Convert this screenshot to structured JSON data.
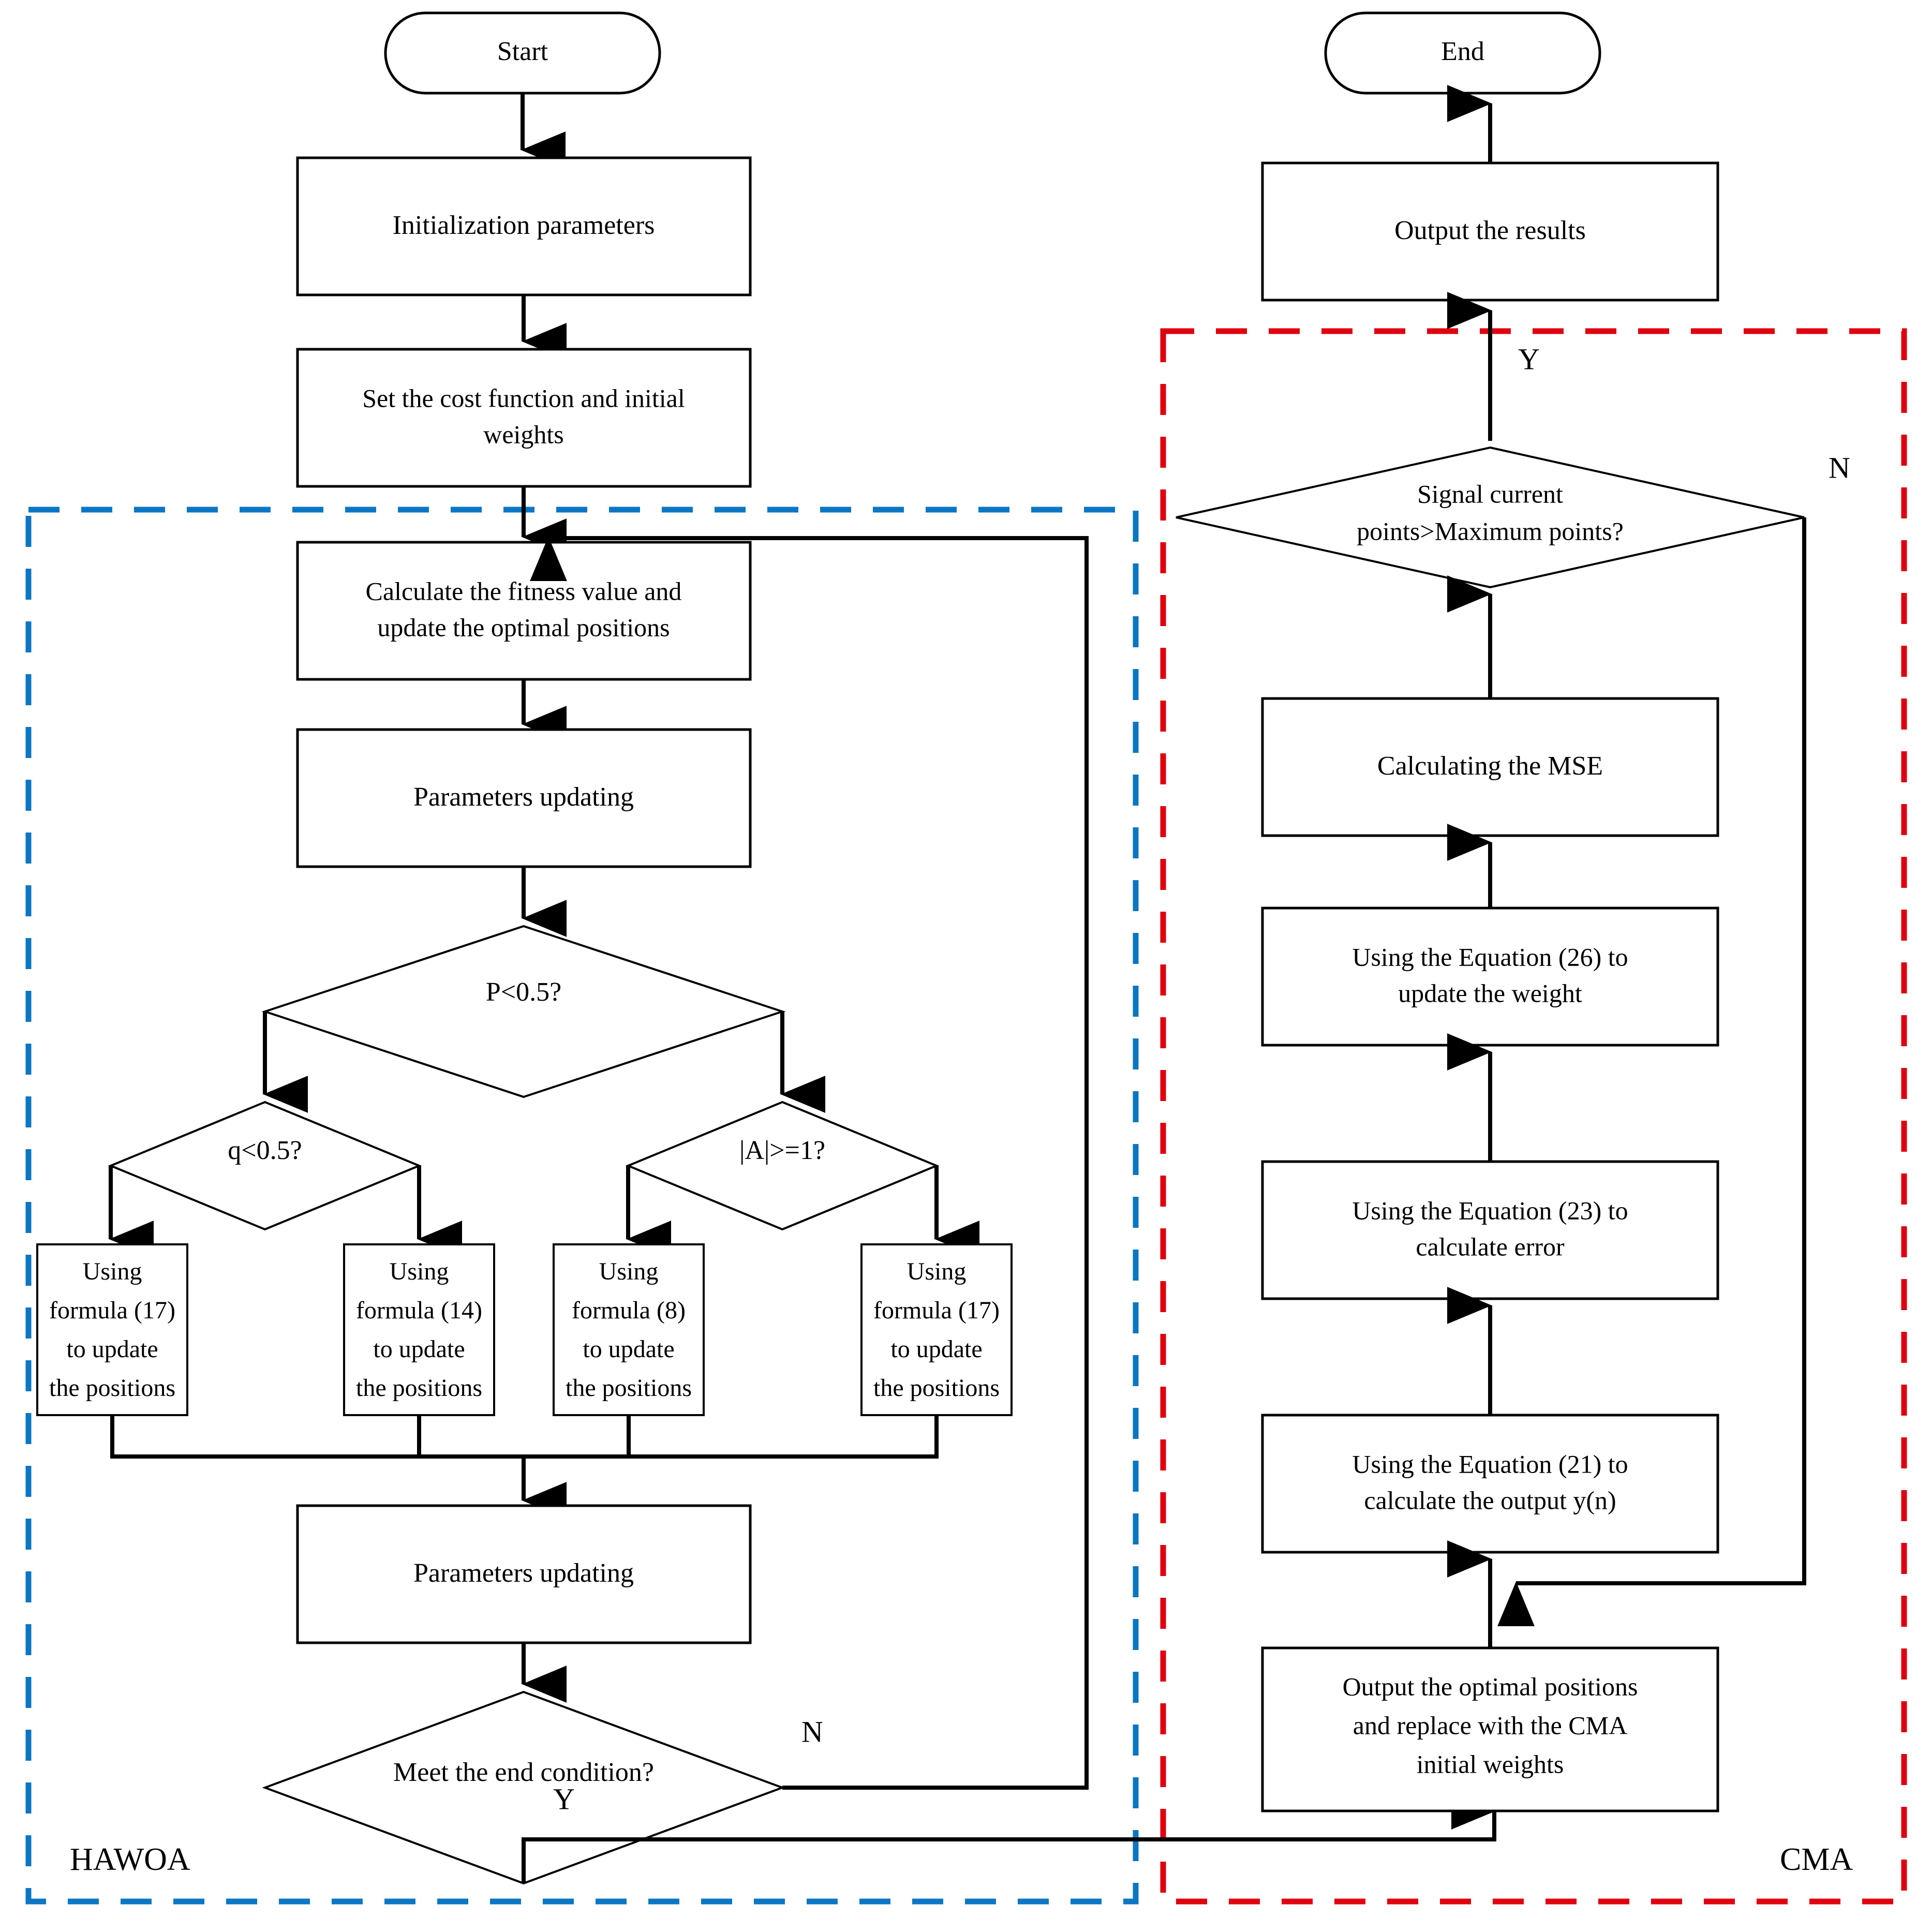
{
  "diagram": {
    "title": "HAWOA-CMA hybrid algorithm flowchart",
    "colors": {
      "hawoa_border": "#0B76C4",
      "cma_border": "#E0000F",
      "shape_stroke": "#000000",
      "shape_fill": "#FFFFFF",
      "flow_line": "#000000"
    },
    "groups": [
      {
        "id": "hawoa",
        "label": "HAWOA",
        "border_color": "#0B76C4",
        "border_style": "dashed"
      },
      {
        "id": "cma",
        "label": "CMA",
        "border_color": "#E0000F",
        "border_style": "dashed"
      }
    ],
    "nodes": [
      {
        "id": "start",
        "type": "terminal",
        "label": "Start"
      },
      {
        "id": "init",
        "type": "process",
        "label": "Initialization parameters"
      },
      {
        "id": "setcost",
        "type": "process",
        "lines": [
          "Set the cost function and initial",
          "weights"
        ]
      },
      {
        "id": "fitness",
        "type": "process",
        "lines": [
          "Calculate the fitness value and",
          "update the optimal positions"
        ]
      },
      {
        "id": "paramup1",
        "type": "process",
        "label": "Parameters updating"
      },
      {
        "id": "dec_p",
        "type": "decision",
        "label": "P<0.5?"
      },
      {
        "id": "dec_q",
        "type": "decision",
        "label": "q<0.5?"
      },
      {
        "id": "dec_a",
        "type": "decision",
        "label": "|A|>=1?"
      },
      {
        "id": "f17a",
        "type": "process",
        "lines": [
          "Using",
          "formula (17)",
          "to update",
          "the positions"
        ]
      },
      {
        "id": "f14",
        "type": "process",
        "lines": [
          "Using",
          "formula (14)",
          "to update",
          "the positions"
        ]
      },
      {
        "id": "f8",
        "type": "process",
        "lines": [
          "Using",
          "formula (8)",
          "to update",
          "the positions"
        ]
      },
      {
        "id": "f17b",
        "type": "process",
        "lines": [
          "Using",
          "formula (17)",
          "to update",
          "the positions"
        ]
      },
      {
        "id": "paramup2",
        "type": "process",
        "label": "Parameters updating"
      },
      {
        "id": "dec_end",
        "type": "decision",
        "label": "Meet the end condition?"
      },
      {
        "id": "cma_out",
        "type": "process",
        "lines": [
          "Output the optimal positions",
          "and replace with the CMA",
          "initial weights"
        ]
      },
      {
        "id": "eq21",
        "type": "process",
        "lines": [
          "Using the Equation (21) to",
          "calculate the output y(n)"
        ]
      },
      {
        "id": "eq23",
        "type": "process",
        "lines": [
          "Using the Equation (23) to",
          "calculate error"
        ]
      },
      {
        "id": "eq26",
        "type": "process",
        "lines": [
          "Using the Equation (26) to",
          "update the weight"
        ]
      },
      {
        "id": "mse",
        "type": "process",
        "label": "Calculating the MSE"
      },
      {
        "id": "dec_points",
        "type": "decision",
        "lines": [
          "Signal current",
          "points>Maximum points?"
        ]
      },
      {
        "id": "output",
        "type": "process",
        "label": "Output the results"
      },
      {
        "id": "end",
        "type": "terminal",
        "label": "End"
      }
    ],
    "edge_labels": {
      "end_condition_no": "N",
      "end_condition_yes": "Y",
      "points_yes": "Y",
      "points_no": "N"
    },
    "edges": [
      {
        "from": "start",
        "to": "init"
      },
      {
        "from": "init",
        "to": "setcost"
      },
      {
        "from": "setcost",
        "to": "fitness"
      },
      {
        "from": "fitness",
        "to": "paramup1"
      },
      {
        "from": "paramup1",
        "to": "dec_p"
      },
      {
        "from": "dec_p",
        "to": "dec_q"
      },
      {
        "from": "dec_p",
        "to": "dec_a"
      },
      {
        "from": "dec_q",
        "to": "f17a"
      },
      {
        "from": "dec_q",
        "to": "f14"
      },
      {
        "from": "dec_a",
        "to": "f8"
      },
      {
        "from": "dec_a",
        "to": "f17b"
      },
      {
        "from": "f17a",
        "to": "paramup2"
      },
      {
        "from": "f14",
        "to": "paramup2"
      },
      {
        "from": "f8",
        "to": "paramup2"
      },
      {
        "from": "f17b",
        "to": "paramup2"
      },
      {
        "from": "paramup2",
        "to": "dec_end"
      },
      {
        "from": "dec_end",
        "to": "fitness",
        "label": "N"
      },
      {
        "from": "dec_end",
        "to": "cma_out",
        "label": "Y"
      },
      {
        "from": "cma_out",
        "to": "eq21"
      },
      {
        "from": "eq21",
        "to": "eq23"
      },
      {
        "from": "eq23",
        "to": "eq26"
      },
      {
        "from": "eq26",
        "to": "mse"
      },
      {
        "from": "mse",
        "to": "dec_points"
      },
      {
        "from": "dec_points",
        "to": "output",
        "label": "Y"
      },
      {
        "from": "dec_points",
        "to": "cma_out",
        "label": "N"
      },
      {
        "from": "output",
        "to": "end"
      }
    ]
  }
}
